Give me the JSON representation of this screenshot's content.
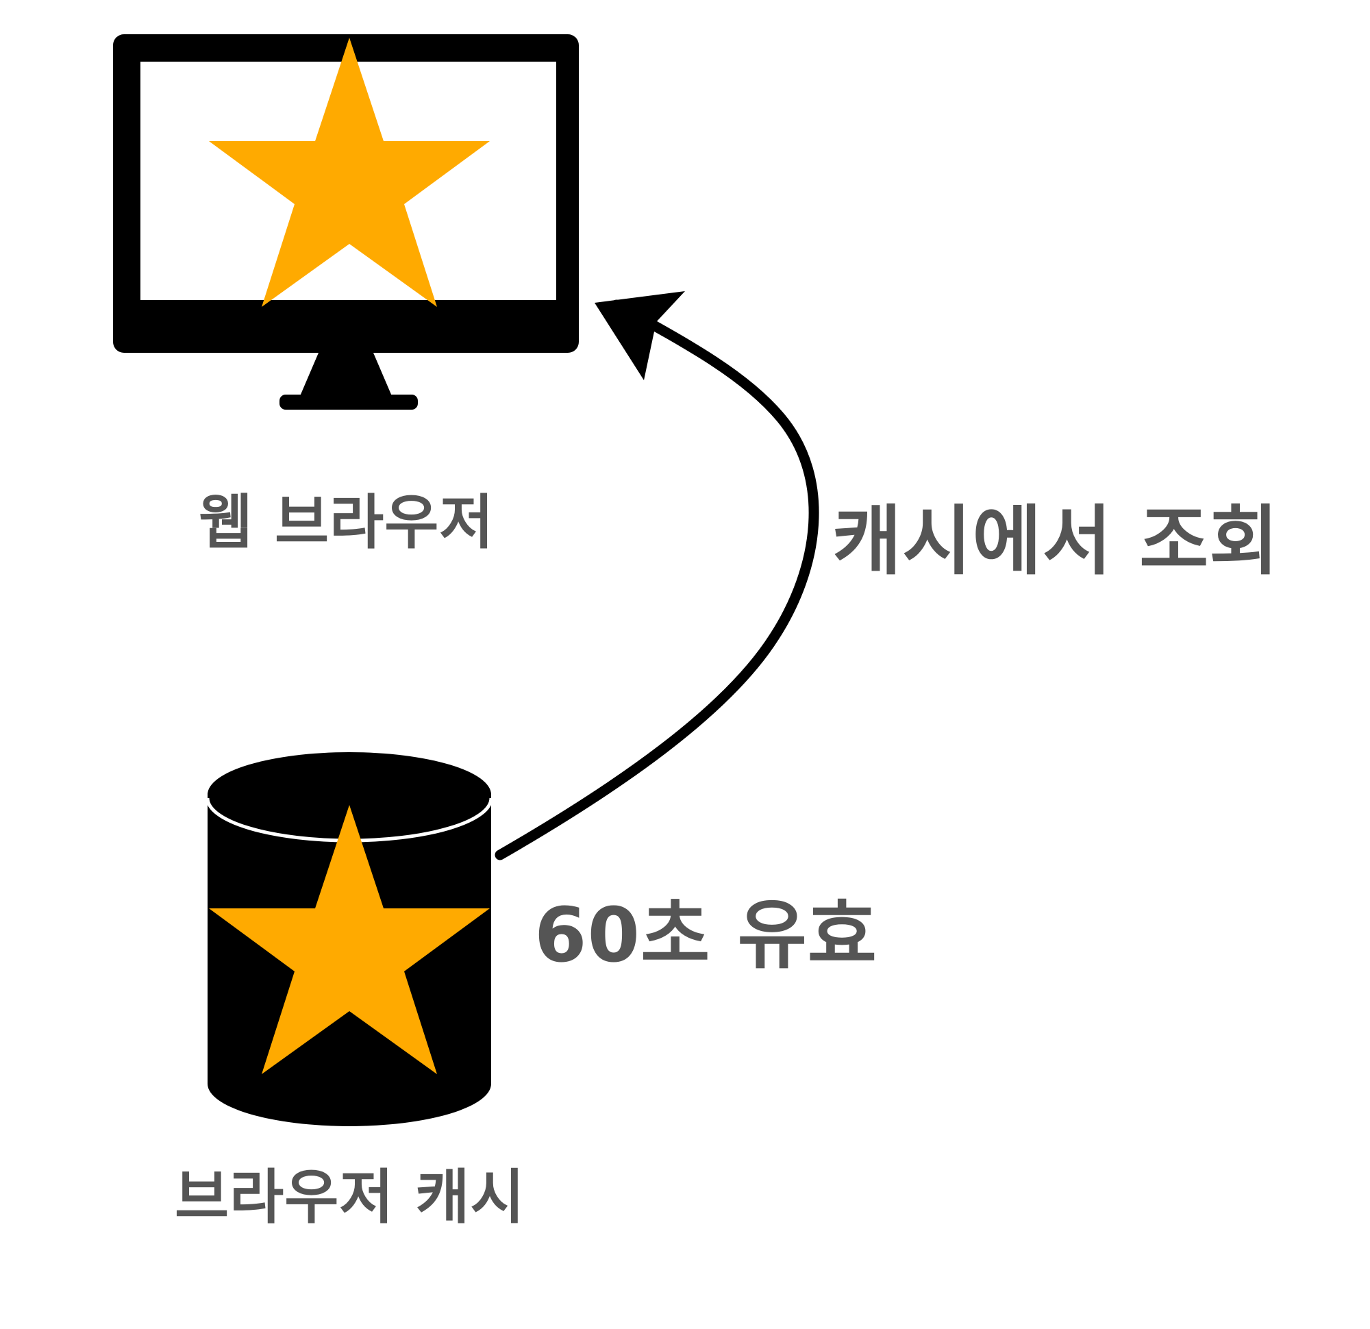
{
  "diagram": {
    "nodes": {
      "browser": {
        "label": "웹 브라우저",
        "icon": "monitor-icon"
      },
      "cache": {
        "label": "브라우저 캐시",
        "icon": "database-cylinder-icon"
      }
    },
    "edge": {
      "from": "cache",
      "to": "browser",
      "label": "캐시에서 조회",
      "arrow_icon": "curved-arrow-icon"
    },
    "cache_note": "60초 유효"
  },
  "colors": {
    "icon": "#000000",
    "star": "#FFAA00",
    "text": "#555555",
    "background": "#FFFFFF"
  }
}
